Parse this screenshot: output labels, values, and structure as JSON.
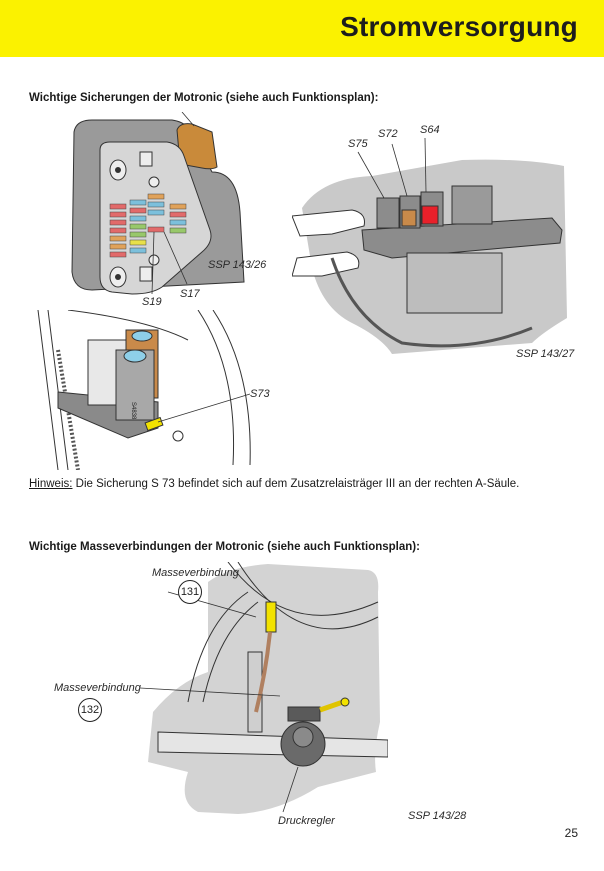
{
  "header": {
    "title": "Stromversorgung",
    "band_color": "#fbf200"
  },
  "section_fuses": {
    "heading": "Wichtige Sicherungen der Motronic (siehe auch Funktionsplan):",
    "figure_1": {
      "caption": "SSP 143/26",
      "labels": [
        "S19",
        "S17"
      ]
    },
    "figure_2": {
      "caption": "SSP 143/27",
      "labels": [
        "S75",
        "S72",
        "S64"
      ]
    },
    "figure_3": {
      "labels": [
        "S73"
      ],
      "relay_marking": "S4838"
    },
    "note": {
      "label": "Hinweis:",
      "text": " Die Sicherung S 73 befindet sich auf dem Zusatzrelaisträger III an der rechten A-Säule."
    }
  },
  "section_ground": {
    "heading": "Wichtige Masseverbindungen der Motronic (siehe auch Funktionsplan):",
    "figure_4": {
      "caption": "SSP 143/28",
      "callouts": [
        {
          "label": "Masseverbindung",
          "number": "131"
        },
        {
          "label": "Masseverbindung",
          "number": "132"
        }
      ],
      "component_label": "Druckregler"
    }
  },
  "page_number": "25",
  "colors": {
    "fuse_red": "#e8202a",
    "fuse_orange": "#c98a4a",
    "fuse_yellow": "#f2e200",
    "relay_blue": "#8ecfe8",
    "drawing_gray": "#c9c9c9"
  }
}
